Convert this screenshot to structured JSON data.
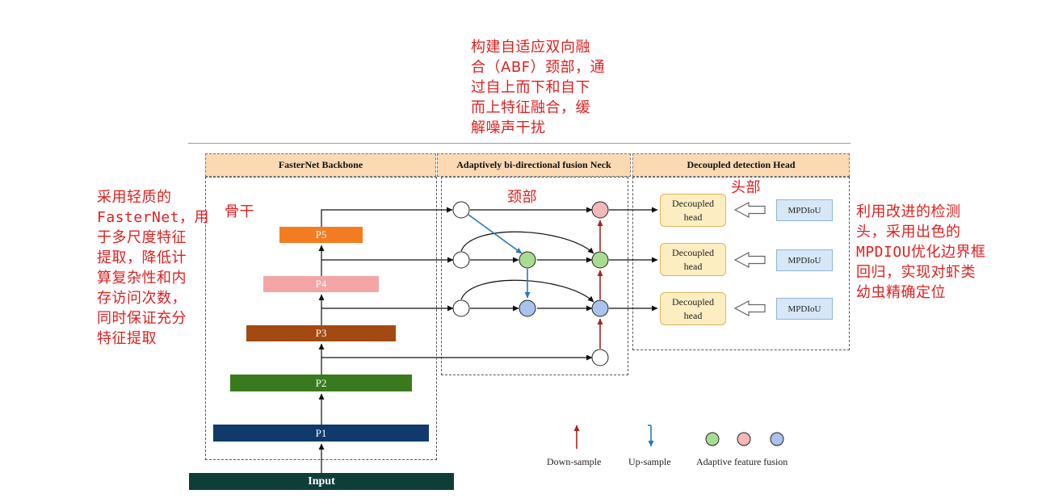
{
  "annotations": {
    "neck_note": [
      "构建自适应双向融",
      "合（ABF）颈部，通",
      "过自上而下和自下",
      "而上特征融合，缓",
      "解噪声干扰"
    ],
    "backbone_note": [
      "采用轻质的",
      "FasterNet，用",
      "于多尺度特征",
      "提取，降低计",
      "算复杂性和内",
      "存访问次数，",
      "同时保证充分",
      "特征提取"
    ],
    "head_note": [
      "利用改进的检测",
      "头，采用出色的",
      "MPDIOU优化边界框",
      "回归，实现对虾类",
      "幼虫精确定位"
    ],
    "backbone_tag": "骨干",
    "neck_tag": "颈部",
    "head_tag": "头部"
  },
  "sections": {
    "backbone": "FasterNet Backbone",
    "neck": "Adaptively bi-directional fusion Neck",
    "head": "Decoupled detection Head"
  },
  "backbone_levels": [
    {
      "label": "P5",
      "color": "#f47c20"
    },
    {
      "label": "P4",
      "color": "#f4a6a6"
    },
    {
      "label": "P3",
      "color": "#a34a12"
    },
    {
      "label": "P2",
      "color": "#3a7a1e"
    },
    {
      "label": "P1",
      "color": "#0f3a6b"
    }
  ],
  "input_label": "Input",
  "input_color": "#0f3d3a",
  "head_blocks": [
    {
      "line1": "Decoupled",
      "line2": "head",
      "loss": "MPDIoU"
    },
    {
      "line1": "Decoupled",
      "line2": "head",
      "loss": "MPDIoU"
    },
    {
      "line1": "Decoupled",
      "line2": "head",
      "loss": "MPDIoU"
    }
  ],
  "legend": {
    "down": "Down-sample",
    "up": "Up-sample",
    "fusion": "Adaptive feature fusion",
    "down_color": "#b02020",
    "up_color": "#2a78b8",
    "fusion_colors": [
      "#a8dc90",
      "#f4b8b8",
      "#a9c2ee"
    ]
  }
}
